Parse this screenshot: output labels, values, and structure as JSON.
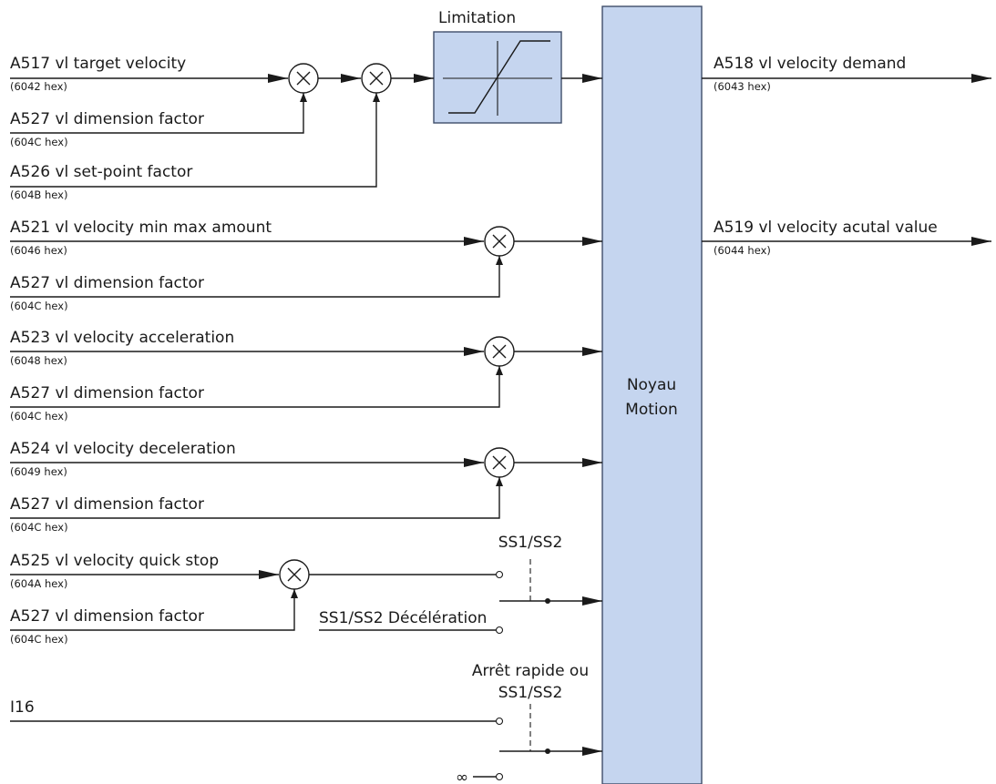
{
  "inputs": [
    {
      "name": "A517  vl target velocity",
      "hex": "(6042 hex)"
    },
    {
      "name": "A527  vl dimension factor",
      "hex": "(604C hex)"
    },
    {
      "name": "A526  vl set-point factor",
      "hex": "(604B hex)"
    },
    {
      "name": "A521  vl velocity min max amount",
      "hex": "(6046 hex)"
    },
    {
      "name": "A527  vl dimension factor",
      "hex": "(604C hex)"
    },
    {
      "name": "A523  vl velocity acceleration",
      "hex": "(6048 hex)"
    },
    {
      "name": "A527  vl dimension factor",
      "hex": "(604C hex)"
    },
    {
      "name": "A524  vl velocity deceleration",
      "hex": "(6049 hex)"
    },
    {
      "name": "A527  vl dimension factor",
      "hex": "(604C hex)"
    },
    {
      "name": "A525 vl velocity quick stop",
      "hex": "(604A hex)"
    },
    {
      "name": "A527  vl dimension factor",
      "hex": "(604C hex)"
    },
    {
      "name": "I16",
      "hex": ""
    }
  ],
  "outputs": [
    {
      "name": "A518  vl velocity demand",
      "hex": "(6043 hex)"
    },
    {
      "name": "A519  vl velocity acutal value",
      "hex": "(6044 hex)"
    }
  ],
  "limitation_label": "Limitation",
  "core_lines": [
    "Noyau",
    "Motion"
  ],
  "switch1": {
    "label": "SS1/SS2",
    "alt_input": "SS1/SS2 Décélération"
  },
  "switch2": {
    "label_lines": [
      "Arrêt rapide ou",
      "SS1/SS2"
    ],
    "alt_input": "∞"
  },
  "colors": {
    "block_fill": "#c5d5ef",
    "block_stroke": "#3f4e6a",
    "line": "#1a1a1a"
  }
}
